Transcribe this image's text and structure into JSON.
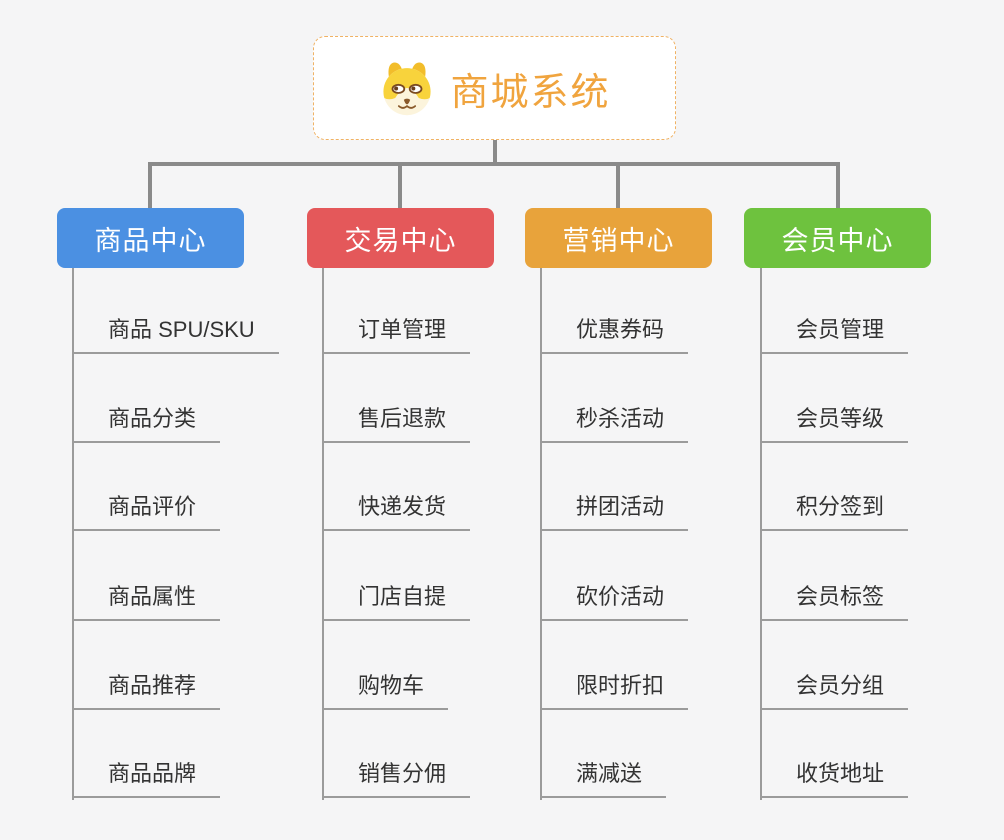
{
  "root": {
    "title": "商城系统",
    "icon": "shiba-dog-icon"
  },
  "colors": {
    "background": "#f5f5f6",
    "connector_gray": "#8a8a8a",
    "leaf_line_gray": "#9b9b9b",
    "leaf_text": "#333333",
    "root_border": "#f0b264",
    "root_text": "#f0a43e",
    "branch_blue": "#4b90e2",
    "branch_red": "#e4585a",
    "branch_orange": "#e8a33b",
    "branch_green": "#6ec23e"
  },
  "branches": [
    {
      "label": "商品中心",
      "color": "#4b90e2",
      "children": [
        "商品 SPU/SKU",
        "商品分类",
        "商品评价",
        "商品属性",
        "商品推荐",
        "商品品牌"
      ]
    },
    {
      "label": "交易中心",
      "color": "#e4585a",
      "children": [
        "订单管理",
        "售后退款",
        "快递发货",
        "门店自提",
        "购物车",
        "销售分佣"
      ]
    },
    {
      "label": "营销中心",
      "color": "#e8a33b",
      "children": [
        "优惠券码",
        "秒杀活动",
        "拼团活动",
        "砍价活动",
        "限时折扣",
        "满减送"
      ]
    },
    {
      "label": "会员中心",
      "color": "#6ec23e",
      "children": [
        "会员管理",
        "会员等级",
        "积分签到",
        "会员标签",
        "会员分组",
        "收货地址"
      ]
    }
  ]
}
